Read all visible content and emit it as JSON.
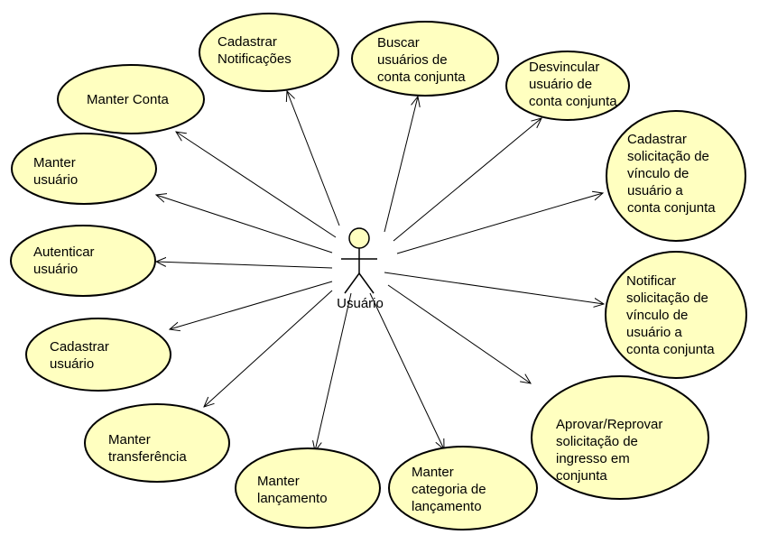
{
  "actor": {
    "label": "Usuário"
  },
  "use_cases": [
    {
      "id": "cadastrar-notificacoes",
      "label": "Cadastrar\nNotificações"
    },
    {
      "id": "buscar-usuarios",
      "label": "Buscar\nusuários de\nconta conjunta"
    },
    {
      "id": "desvincular-usuario",
      "label": "Desvincular\nusuário de\nconta conjunta"
    },
    {
      "id": "manter-conta",
      "label": "Manter Conta"
    },
    {
      "id": "cadastrar-solicitacao-vinculo",
      "label": "Cadastrar\nsolicitação de\nvínculo de\nusuário a\nconta conjunta"
    },
    {
      "id": "manter-usuario",
      "label": "Manter\nusuário"
    },
    {
      "id": "autenticar-usuario",
      "label": "Autenticar\nusuário"
    },
    {
      "id": "notificar-solicitacao-vinculo",
      "label": "Notificar\nsolicitação de\nvínculo de\nusuário a\nconta conjunta"
    },
    {
      "id": "cadastrar-usuario",
      "label": "Cadastrar\nusuário"
    },
    {
      "id": "aprovar-reprovar",
      "label": "Aprovar/Reprovar\nsolicitação de\ningresso em\nconjunta"
    },
    {
      "id": "manter-transferencia",
      "label": "Manter\ntransferência"
    },
    {
      "id": "manter-lancamento",
      "label": "Manter\nlançamento"
    },
    {
      "id": "manter-categoria-lancamento",
      "label": "Manter\ncategoria de\nlançamento"
    }
  ],
  "colors": {
    "ellipse_fill": "#ffffc0",
    "stroke": "#000000"
  }
}
